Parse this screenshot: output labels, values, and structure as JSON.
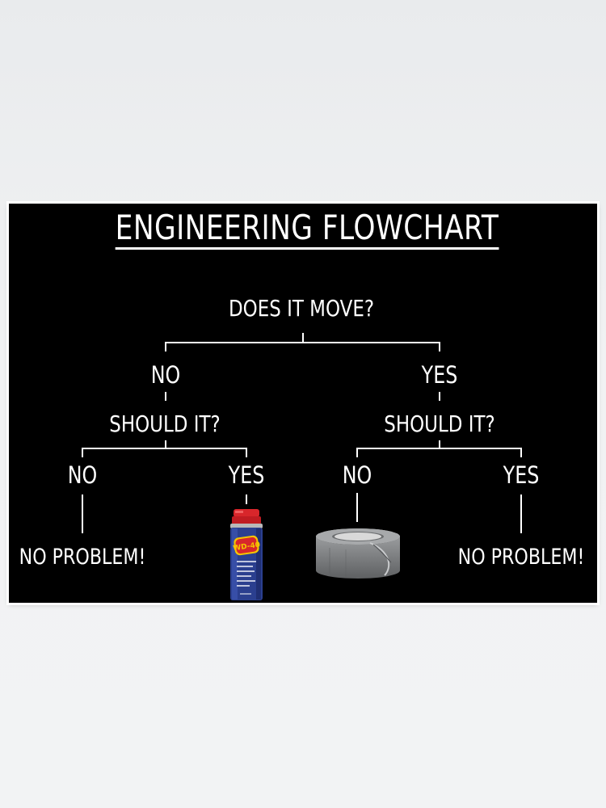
{
  "title": "ENGINEERING FLOWCHART",
  "root": {
    "question": "DOES IT MOVE?",
    "branches": [
      {
        "answer": "NO",
        "question": "SHOULD IT?",
        "branches": [
          {
            "answer": "NO",
            "result": "NO PROBLEM!"
          },
          {
            "answer": "YES",
            "result_icon": "wd40-spray-can-icon"
          }
        ]
      },
      {
        "answer": "YES",
        "question": "SHOULD IT?",
        "branches": [
          {
            "answer": "NO",
            "result_icon": "duct-tape-roll-icon"
          },
          {
            "answer": "YES",
            "result": "NO PROBLEM!"
          }
        ]
      }
    ]
  },
  "wd40_label": "WD-40",
  "colors": {
    "background": "#000000",
    "lines": "#ffffff",
    "text": "#ffffff",
    "can_blue": "#2b3f8f",
    "can_red": "#d8262b",
    "label_yellow": "#f5c400",
    "tape_grey": "#8a8c8e"
  }
}
